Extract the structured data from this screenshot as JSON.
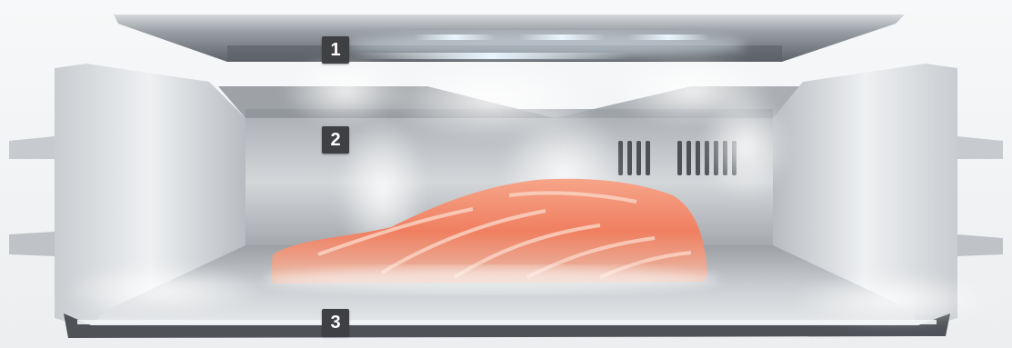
{
  "badges": [
    {
      "label": "1"
    },
    {
      "label": "2"
    },
    {
      "label": "3"
    }
  ],
  "colors": {
    "background": "#f4f5f6",
    "metal_light": "#e9ebed",
    "metal_mid": "#bfc3c8",
    "metal_dark": "#6e7378",
    "badge": "#3f4044",
    "led": "#e8f6ff",
    "salmon": "#f28a6e"
  },
  "icons": [
    "salmon-fillet-image",
    "led-light-strip",
    "vent-slots",
    "mist-effect"
  ]
}
